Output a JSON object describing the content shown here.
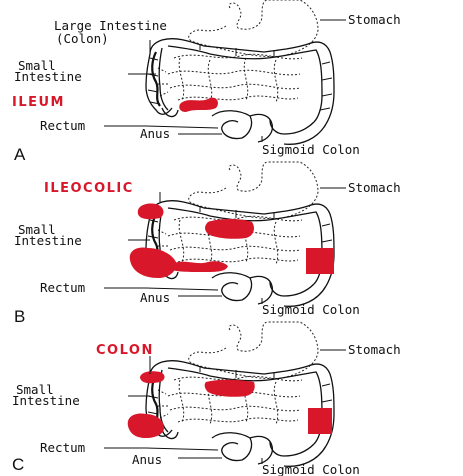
{
  "highlight_color": "#d8182a",
  "panels": [
    {
      "letter": "A",
      "disease_label": "ILEUM",
      "labels": {
        "large_intestine": "Large Intestine",
        "colon": "(Colon)",
        "small": "Small",
        "intestine": "Intestine",
        "stomach": "Stomach",
        "rectum": "Rectum",
        "anus": "Anus",
        "sigmoid": "Sigmoid Colon"
      }
    },
    {
      "letter": "B",
      "disease_label": "ILEOCOLIC",
      "labels": {
        "small": "Small",
        "intestine": "Intestine",
        "stomach": "Stomach",
        "rectum": "Rectum",
        "anus": "Anus",
        "sigmoid": "Sigmoid Colon"
      }
    },
    {
      "letter": "C",
      "disease_label": "COLON",
      "labels": {
        "small": "Small",
        "intestine": "Intestine",
        "stomach": "Stomach",
        "rectum": "Rectum",
        "anus": "Anus",
        "sigmoid": "Sigmoid Colon"
      }
    }
  ]
}
